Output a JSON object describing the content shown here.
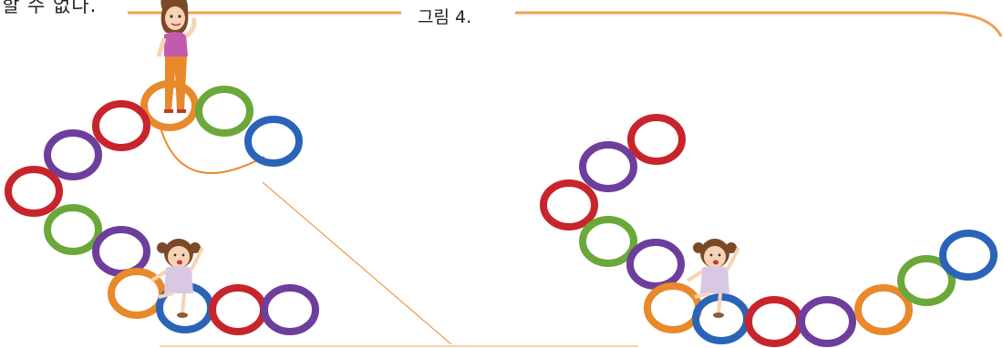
{
  "header": {
    "snippet": "할 수 없다.",
    "caption": "그림 4."
  },
  "palette": {
    "orange": "#E8892B",
    "red": "#C7252B",
    "purple": "#6D3E9C",
    "green": "#6BA83A",
    "blue": "#2A64B8",
    "frame": "#F0A050",
    "guide": "#E8892B"
  },
  "left_scene": {
    "rings_sequence": [
      "orange",
      "green",
      "blue",
      "red",
      "purple",
      "red",
      "green",
      "purple",
      "orange",
      "blue",
      "red",
      "purple"
    ],
    "figures": [
      "woman-standing",
      "girl-hopping"
    ]
  },
  "right_scene": {
    "rings_sequence": [
      "red",
      "purple",
      "red",
      "green",
      "purple",
      "orange",
      "blue",
      "red",
      "purple",
      "orange",
      "green",
      "blue"
    ],
    "figures": [
      "girl-hopping"
    ]
  }
}
